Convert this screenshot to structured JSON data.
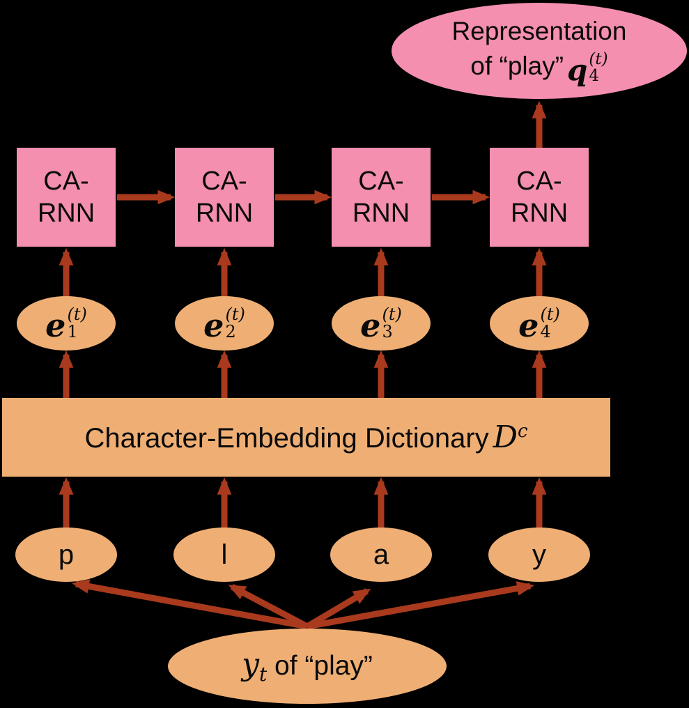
{
  "colors": {
    "background": "#000000",
    "node_pink": "#F48FAF",
    "node_orange": "#EFAF74",
    "arrow": "#A93A1D",
    "text": "#0A0A0A"
  },
  "nodes": {
    "output": {
      "line1": "Representation",
      "line2_prefix": "of “play”",
      "math_var": "q",
      "math_sup": "(t)",
      "math_sub": "4"
    },
    "rnn_units": [
      {
        "label": "CA-\nRNN"
      },
      {
        "label": "CA-\nRNN"
      },
      {
        "label": "CA-\nRNN"
      },
      {
        "label": "CA-\nRNN"
      }
    ],
    "embeddings": [
      {
        "var": "e",
        "sup": "(t)",
        "sub": "1"
      },
      {
        "var": "e",
        "sup": "(t)",
        "sub": "2"
      },
      {
        "var": "e",
        "sup": "(t)",
        "sub": "3"
      },
      {
        "var": "e",
        "sup": "(t)",
        "sub": "4"
      }
    ],
    "dictionary": {
      "text": "Character-Embedding Dictionary",
      "math_var": "D",
      "math_sup": "c"
    },
    "characters": [
      "p",
      "l",
      "a",
      "y"
    ],
    "input": {
      "math_var": "y",
      "math_sub": "t",
      "suffix": " of “play”"
    }
  }
}
